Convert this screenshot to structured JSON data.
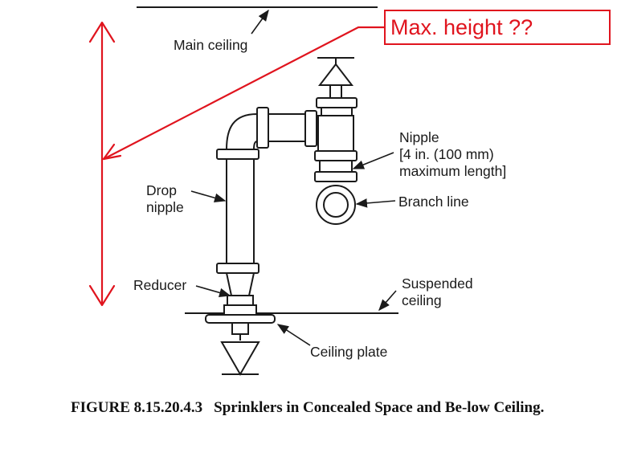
{
  "labels": {
    "main_ceiling": "Main ceiling",
    "nipple_line1": "Nipple",
    "nipple_line2": "[4 in. (100 mm)",
    "nipple_line3": "maximum length]",
    "branch_line": "Branch line",
    "drop_line1": "Drop",
    "drop_line2": "nipple",
    "reducer": "Reducer",
    "suspended_line1": "Suspended",
    "suspended_line2": "ceiling",
    "ceiling_plate": "Ceiling plate"
  },
  "annotation": {
    "text": "Max. height ??",
    "color": "#e0141e"
  },
  "caption": {
    "number": "FIGURE 8.15.20.4.3",
    "title": "Sprinklers in Concealed Space and Be-low Ceiling."
  }
}
